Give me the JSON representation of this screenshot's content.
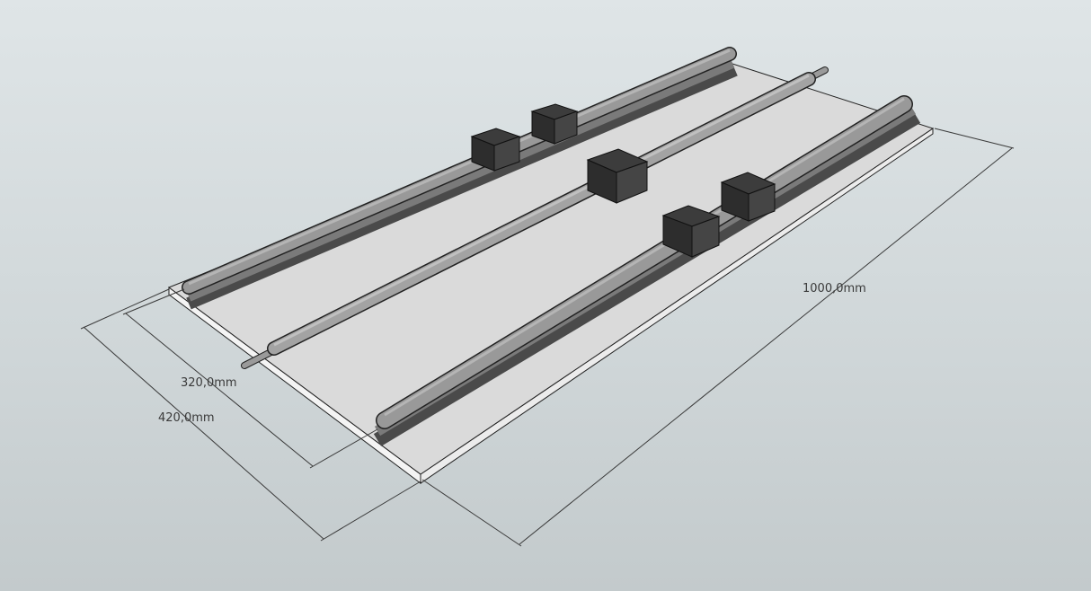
{
  "dimensions": {
    "length": "1000,0mm",
    "inner_width": "320,0mm",
    "outer_width": "420,0mm"
  },
  "colors": {
    "plate": "#dcdcdc",
    "plate_edge": "#f0f0f0",
    "rail": "#8c8c8c",
    "block": "#3c3c3c",
    "dimension_line": "#3a3a3a"
  }
}
